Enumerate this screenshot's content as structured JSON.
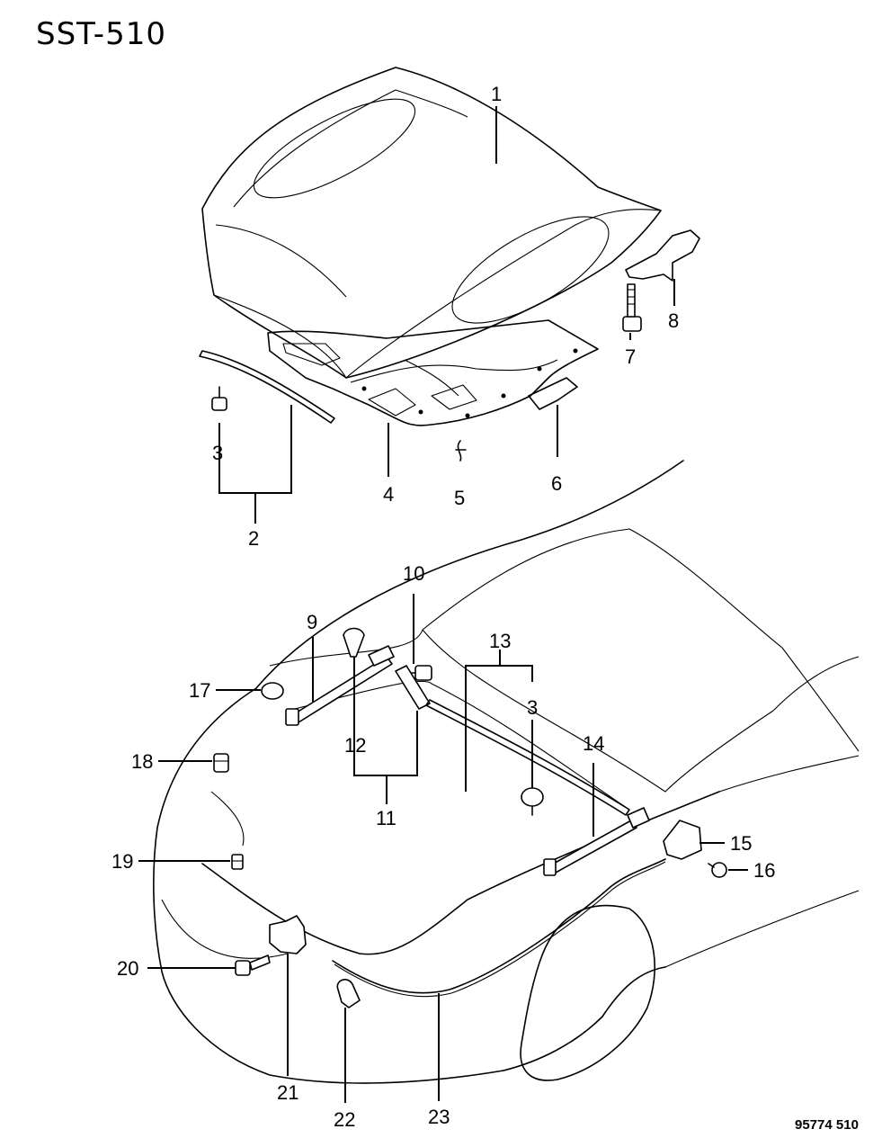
{
  "diagram": {
    "title": "SST-510",
    "footer_code": "95774  510",
    "callouts": [
      "1",
      "2",
      "3",
      "4",
      "5",
      "6",
      "7",
      "8",
      "9",
      "10",
      "11",
      "12",
      "13",
      "3",
      "14",
      "15",
      "16",
      "17",
      "18",
      "19",
      "20",
      "21",
      "22",
      "23"
    ]
  }
}
